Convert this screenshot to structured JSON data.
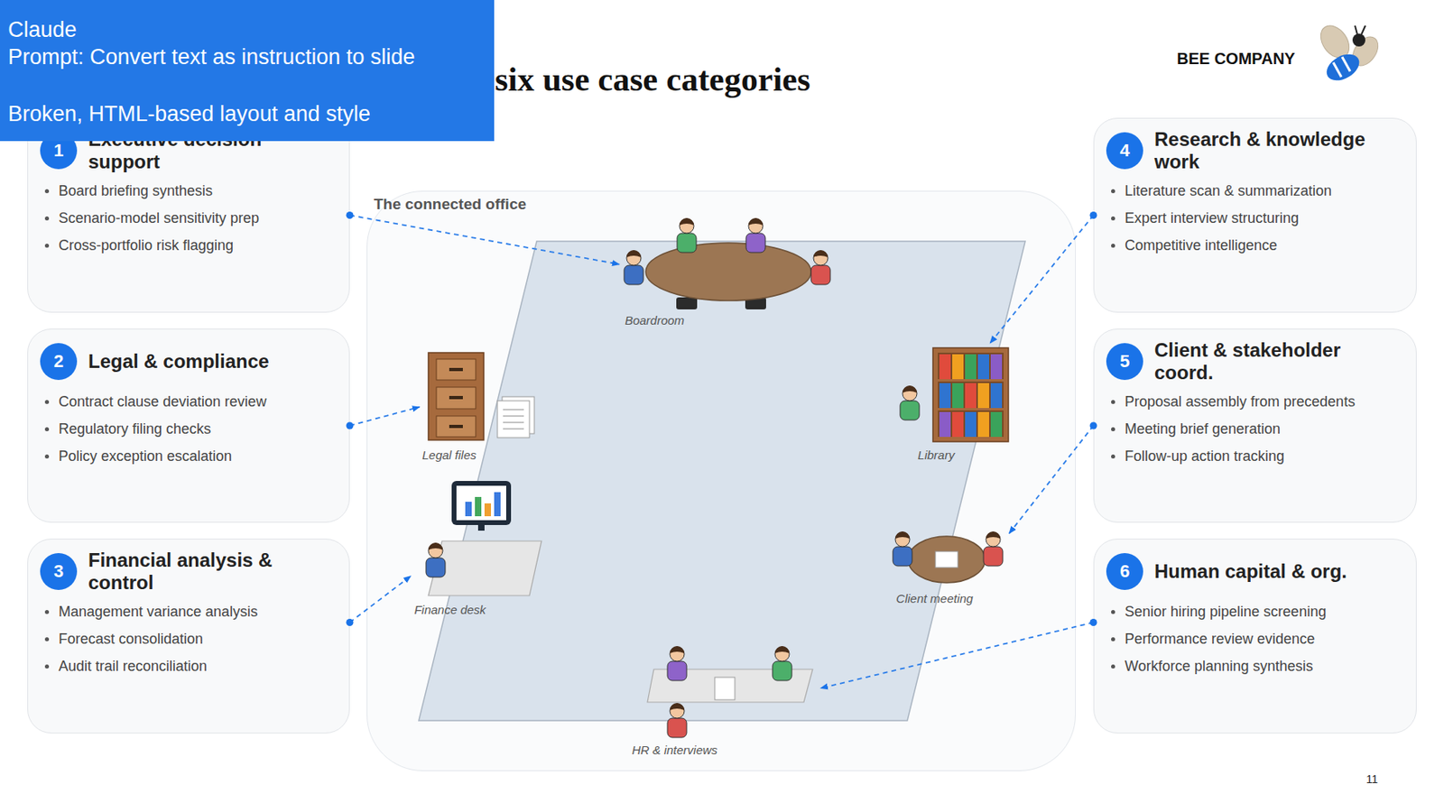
{
  "diagram": {
    "title": "six use case categories",
    "nodes": [
      {
        "text": [
          "Executive decision support",
          "Board briefing synthesis",
          "Scenario-model sensitivity prep",
          "Cross-portfolio risk flagging"
        ]
      },
      {
        "text": [
          "1"
        ],
        "in": 0
      },
      {
        "text": [
          "Legal & compliance",
          "Contract clause deviation review",
          "Regulatory filing checks",
          "Policy exception escalation"
        ]
      },
      {
        "text": [
          "2"
        ],
        "in": 2
      },
      {
        "text": [
          "Financial analysis & control",
          "Management variance analysis",
          "Forecast consolidation",
          "Audit trail reconciliation"
        ]
      },
      {
        "text": [
          "3"
        ],
        "in": 4
      },
      {
        "text": [
          "The connected office"
        ]
      },
      {
        "text": [
          "Boardroom"
        ],
        "in": 6
      },
      {
        "text": [
          "Legal files"
        ],
        "in": 6
      },
      {
        "text": [
          "Library"
        ],
        "in": 6
      },
      {
        "text": [
          "Finance desk"
        ],
        "in": 6
      },
      {
        "text": [
          "Client meeting"
        ],
        "in": 6
      },
      {
        "text": [
          "HR & interviews"
        ],
        "in": 6
      },
      {
        "text": [
          "Research & knowledge work",
          "Literature scan & summarization",
          "Expert interview structuring",
          "Competitive intelligence"
        ]
      },
      {
        "text": [
          "4"
        ],
        "in": 13
      },
      {
        "text": [
          "Client & stakeholder coord.",
          "Proposal assembly from precedents",
          "Meeting brief generation",
          "Follow-up action tracking"
        ]
      },
      {
        "text": [
          "5"
        ],
        "in": 15
      },
      {
        "text": [
          "Human capital & org.",
          "Senior hiring pipeline screening",
          "Performance review evidence",
          "Workforce planning synthesis"
        ]
      },
      {
        "text": [
          "6"
        ],
        "in": 17
      }
    ],
    "edges": [
      {
        "from": 0,
        "to": 7,
        "arrow": "to"
      },
      {
        "from": 2,
        "to": 8,
        "arrow": "to"
      },
      {
        "from": 4,
        "to": 10,
        "arrow": "to"
      },
      {
        "from": 13,
        "to": 9,
        "arrow": "to"
      },
      {
        "from": 15,
        "to": 11,
        "arrow": "to"
      },
      {
        "from": 17,
        "to": 12,
        "arrow": "to"
      }
    ],
    "labels": [
      "Claude",
      "Prompt: Convert text as instruction to slide",
      "Broken, HTML-based layout and style",
      "BEE COMPANY",
      "11"
    ]
  }
}
